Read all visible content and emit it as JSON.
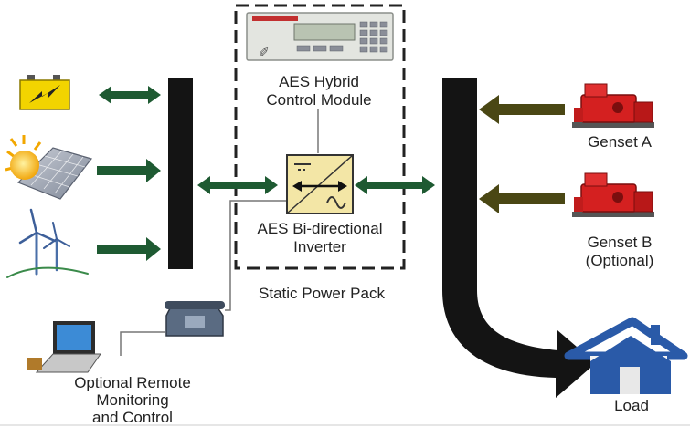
{
  "labels": {
    "control_module": "AES Hybrid\nControl Module",
    "inverter": "AES Bi-directional\nInverter",
    "power_pack": "Static Power Pack",
    "genset_a": "Genset A",
    "genset_b": "Genset B\n(Optional)",
    "load": "Load",
    "remote": "Optional Remote\nMonitoring\nand Control"
  },
  "colors": {
    "bus": "#141414",
    "green_arrow": "#1e5a32",
    "olive_arrow": "#4a4714",
    "genset_red": "#d42020",
    "house_blue": "#2a5aa8",
    "battery_yellow": "#f2d400",
    "inverter_fill": "#f3e6a6"
  },
  "icons": [
    "battery-icon",
    "solar-panel-icon",
    "wind-turbine-icon",
    "control-module-icon",
    "inverter-icon",
    "genset-icon",
    "house-icon",
    "telephone-icon",
    "laptop-icon"
  ]
}
